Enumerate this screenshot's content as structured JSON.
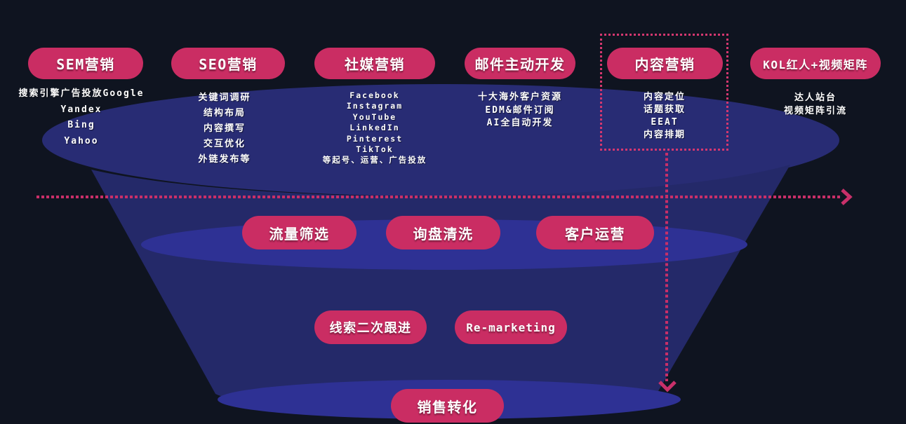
{
  "channels": [
    {
      "label": "SEM营销",
      "items": [
        "搜索引擎广告投放Google",
        "Yandex",
        "Bing",
        "Yahoo"
      ]
    },
    {
      "label": "SEO营销",
      "items": [
        "关键词调研",
        "结构布局",
        "内容撰写",
        "交互优化",
        "外链发布等"
      ]
    },
    {
      "label": "社媒营销",
      "items": [
        "Facebook",
        "Instagram",
        "YouTube",
        "LinkedIn",
        "Pinterest",
        "TikTok",
        "等起号、运营、广告投放"
      ]
    },
    {
      "label": "邮件主动开发",
      "items": [
        "十大海外客户资源",
        "EDM&邮件订阅",
        "AI全自动开发"
      ]
    },
    {
      "label": "内容营销",
      "items": [
        "内容定位",
        "话题获取",
        "EEAT",
        "内容排期"
      ]
    },
    {
      "label": "KOL红人+视频矩阵",
      "items": [
        "达人站台",
        "视频矩阵引流"
      ]
    }
  ],
  "mid_stages": [
    "流量筛选",
    "询盘清洗",
    "客户运营"
  ],
  "followup_stages": [
    "线索二次跟进",
    "Re-marketing"
  ],
  "final_stage": "销售转化",
  "colors": {
    "bg": "#0f1420",
    "funnel_mouth": "#282c74",
    "funnel_body": "#242969",
    "funnel_highlight": "#2e3194",
    "pill": "#ca2d63",
    "accent": "#c92f68",
    "text": "#ffffff"
  }
}
